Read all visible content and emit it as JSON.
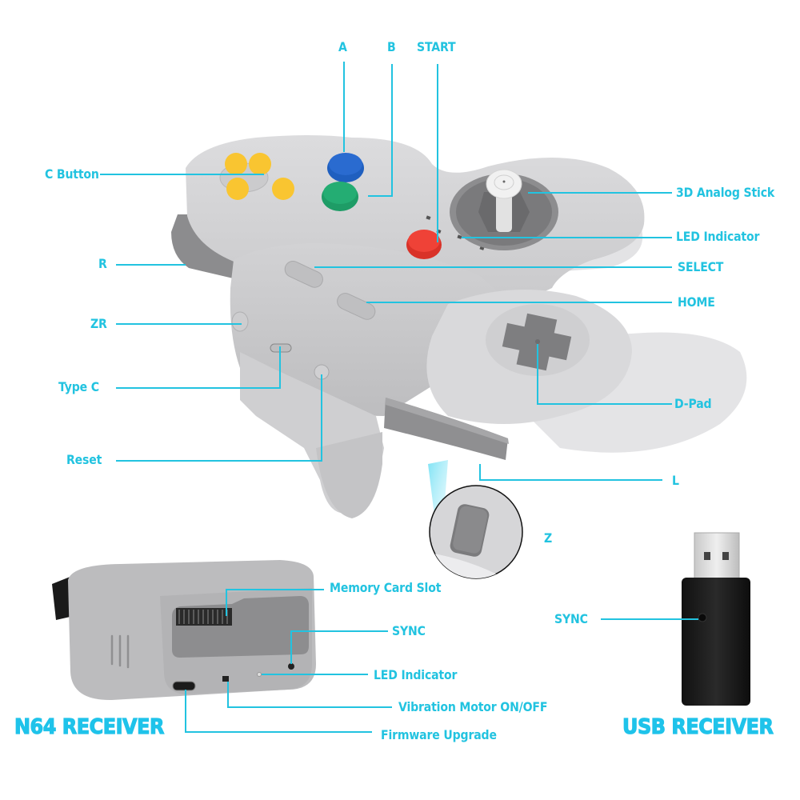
{
  "diagram": {
    "accent_color": "#22c3e0",
    "controller": {
      "labels": {
        "a": "A",
        "b": "B",
        "start": "START",
        "c_button": "C Button",
        "analog_stick": "3D Analog Stick",
        "led_indicator": "LED Indicator",
        "r": "R",
        "select": "SELECT",
        "home": "HOME",
        "zr": "ZR",
        "type_c": "Type C",
        "d_pad": "D-Pad",
        "reset": "Reset",
        "l": "L",
        "z": "Z"
      },
      "button_colors": {
        "c_buttons": "#f9c531",
        "a": "#1f5fbf",
        "b": "#1e9c66",
        "start": "#e8382e",
        "body": "#d4d4d6"
      }
    },
    "n64_receiver": {
      "title": "N64 RECEIVER",
      "labels": {
        "memory_card_slot": "Memory Card Slot",
        "sync": "SYNC",
        "led_indicator": "LED Indicator",
        "vibration_motor": "Vibration Motor ON/OFF",
        "firmware_upgrade": "Firmware Upgrade"
      }
    },
    "usb_receiver": {
      "title": "USB RECEIVER",
      "labels": {
        "sync": "SYNC"
      }
    }
  }
}
